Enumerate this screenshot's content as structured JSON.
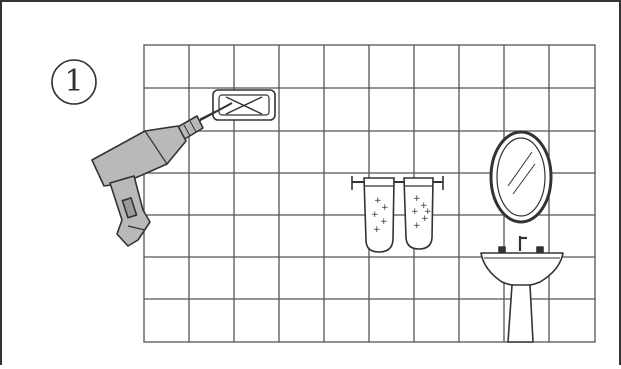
{
  "step": {
    "number": "1"
  },
  "illustration": {
    "scene": "bathroom-wall",
    "items": [
      "drill-icon",
      "wall-plate-icon",
      "towel-rack-icon",
      "oval-mirror-icon",
      "pedestal-sink-icon"
    ],
    "line_color": "#333333",
    "fill_color": "#ffffff",
    "tile_grid": {
      "columns": 10,
      "rows": 7
    }
  }
}
